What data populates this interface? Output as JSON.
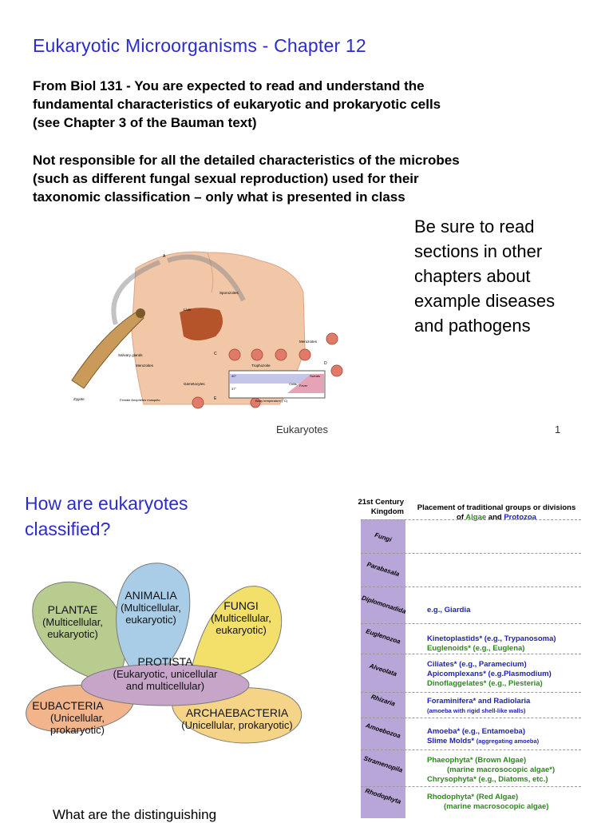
{
  "slide1": {
    "title": "Eukaryotic Microorganisms - Chapter 12",
    "para1": "From Biol 131 - You are expected to read and understand the fundamental characteristics of eukaryotic and prokaryotic cells  (see Chapter 3 of the Bauman text)",
    "para2": "Not responsible for all the detailed characteristics of the microbes (such as different fungal sexual reproduction) used for their taxonomic classification – only what is presented in class",
    "side_note": "Be sure to read sections in other chapters about example diseases and pathogens",
    "figure_labels": {
      "a": "A",
      "sporozoites": "Sporozoites",
      "liver": "Liver",
      "salivary": "Salivary glands",
      "merozoites_left": "Merozoites",
      "merozoites_right": "Merozoites",
      "trophozoite": "Trophozoite",
      "gametocytes": "Gametocytes",
      "zygote": "Zygote",
      "female_mosquito": "Female Anopheles mosquito",
      "chills": "Chills",
      "fever": "Fever",
      "sweats": "Sweats",
      "body_temp": "Body temperature (°C)",
      "t40": "40°",
      "t37": "37°",
      "c": "C",
      "d": "D",
      "e": "E"
    },
    "footer": "Eukaryotes",
    "page_number": "1"
  },
  "slide2": {
    "title": "How are eukaryotes classified?",
    "petals": {
      "plantae": {
        "name": "PLANTAE",
        "desc1": "(Multicellular,",
        "desc2": "eukaryotic)",
        "color": "#b9cc8f"
      },
      "animalia": {
        "name": "ANIMALIA",
        "desc1": "(Multicellular,",
        "desc2": "eukaryotic)",
        "color": "#a9cde6"
      },
      "fungi": {
        "name": "FUNGI",
        "desc1": "(Multicellular,",
        "desc2": "eukaryotic)",
        "color": "#f2e06a"
      },
      "protista": {
        "name": "PROTISTA",
        "desc1": "(Eukaryotic, unicellular",
        "desc2": "and multicellular)",
        "color": "#c6a5c9"
      },
      "eubacteria": {
        "name": "EUBACTERIA",
        "desc1": "(Unicellular,",
        "desc2": "prokaryotic)",
        "color": "#f2b48a"
      },
      "archaebacteria": {
        "name": "ARCHAEBACTERIA",
        "desc1": "(Unicellular, prokaryotic)",
        "color": "#f5d488"
      }
    },
    "question": "What are the distinguishing",
    "table": {
      "kingdom_header": "21st Century Kingdom",
      "placement_header_pre": "Placement of traditional groups or divisions of ",
      "algae": "Algae",
      "and": " and ",
      "protozoa": "Protozoa",
      "kingdoms": [
        "Fungi",
        "Parabasala",
        "Diplomonadida",
        "Euglenozoa",
        "Alveolata",
        "Rhizaria",
        "Amoebozoa",
        "Stramenopila",
        "Rhodophyta"
      ],
      "entries": {
        "diplomonadida": "e.g., Giardia",
        "euglenozoa_1": "Kinetoplastids* (e.g., Trypanosoma)",
        "euglenozoa_2": "Euglenoids* (e.g., Euglena)",
        "alveolata_1": "Ciliates* (e.g., Paramecium)",
        "alveolata_2": "Apicomplexans* (e.g.Plasmodium)",
        "alveolata_3": "Dinoflaggelates* (e.g., Piesteria)",
        "rhizaria_1": "Foraminifera*  and Radiolaria",
        "rhizaria_2": "(amoeba with rigid shell-like walls)",
        "amoebozoa_1": "Amoeba* (e.g., Entamoeba)",
        "amoebozoa_2": "Slime Molds*",
        "amoebozoa_2b": "(aggregating amoeba)",
        "stramenopila_1": "Phaeophyta* (Brown Algae)",
        "stramenopila_2": "(marine macrosocopic algae*)",
        "stramenopila_3": "Chrysophyta* (e.g., Diatoms, etc.)",
        "rhodophyta_1": "Rhodophyta* (Red Algae)",
        "rhodophyta_2": "(marine macrosocopic algae)"
      }
    }
  }
}
